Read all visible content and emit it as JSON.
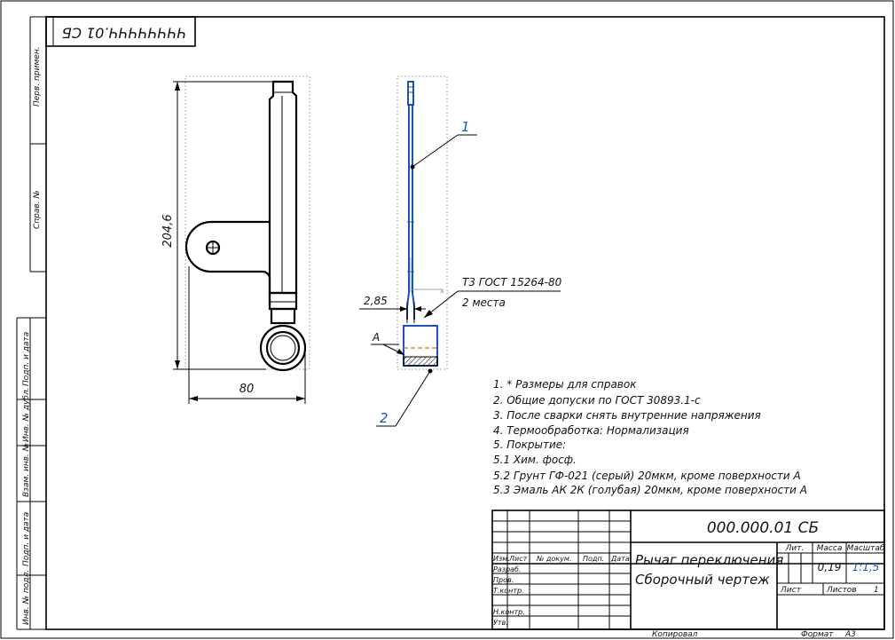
{
  "sheet": {
    "top_left_designation": "ЧЧЧЧЧЧЧЧ.01 СБ",
    "margin_labels": [
      "Перв. примен.",
      "Справ. №",
      "Подп. и дата",
      "Инв. № дубл.",
      "Взам. инв. №",
      "Подп. и дата",
      "Инв. № подл."
    ]
  },
  "drawing": {
    "dim_height": "204,6",
    "dim_width": "80",
    "dim_gap": "2,85",
    "leader_1": "1",
    "leader_2": "2",
    "view_label_a": "A",
    "weld_note_line1": "Т3 ГОСТ 15264-80",
    "weld_note_line2": "2 места"
  },
  "notes": [
    "1. * Размеры для справок",
    "2. Общие допуски по ГОСТ 30893.1-с",
    "3. После сварки снять внутренние напряжения",
    "4. Термообработка: Нормализация",
    "5. Покрытие:",
    "5.1 Хим. фосф.",
    "5.2 Грунт ГФ-021 (серый) 20мкм, кроме поверхности А",
    "5.3 Эмаль АК 2К (голубая) 20мкм, кроме поверхности А"
  ],
  "title_block": {
    "designation": "000.000.01 СБ",
    "name_line1": "Рычаг переключения",
    "name_line2": "Сборочный чертеж",
    "col_lit": "Лит.",
    "col_mass": "Масса",
    "col_scale": "Масштаб",
    "mass_value": "0,19",
    "scale_value": "1:1,5",
    "sheet_label": "Лист",
    "sheets_label": "Листов",
    "sheets_value": "1",
    "hdr_izm": "Изм.",
    "hdr_list": "Лист",
    "hdr_docnum": "№ докум.",
    "hdr_sign": "Подп.",
    "hdr_date": "Дата",
    "row_razrab": "Разраб.",
    "row_prov": "Пров.",
    "row_tkontr": "Т.контр.",
    "row_nkontr": "Н.контр.",
    "row_utv": "Утв.",
    "copied": "Копировал",
    "format": "Формат",
    "format_value": "А3"
  },
  "colors": {
    "part_highlight": "#1f4fb8",
    "ink": "#000000",
    "background": "#ffffff"
  }
}
